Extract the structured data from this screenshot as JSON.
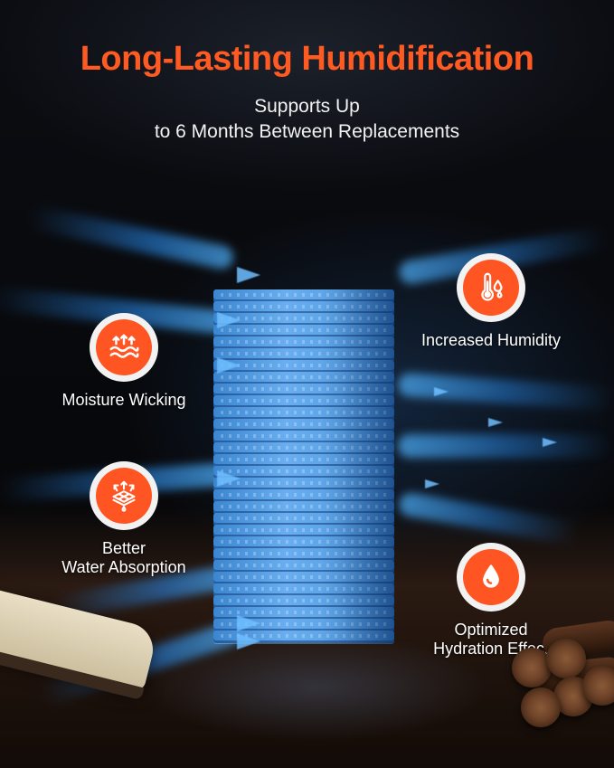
{
  "title": "Long-Lasting Humidification",
  "subtitle": {
    "line1": "Supports Up",
    "line2": "to 6 Months Between Replacements"
  },
  "features": {
    "moisture_wicking": {
      "label": "Moisture Wicking",
      "icon": "moisture-wicking-icon"
    },
    "increased_humidity": {
      "label": "Increased Humidity",
      "icon": "thermometer-droplet-icon"
    },
    "better_absorption": {
      "line1": "Better",
      "line2": "Water Absorption",
      "icon": "layered-absorption-icon"
    },
    "optimized_hydration": {
      "line1": "Optimized",
      "line2": "Hydration Effect",
      "icon": "water-drop-icon"
    }
  },
  "colors": {
    "accent": "#ff5a22",
    "badge_fill": "#ff5522",
    "pad_blue": "#5aa2e6",
    "background": "#07080b"
  }
}
